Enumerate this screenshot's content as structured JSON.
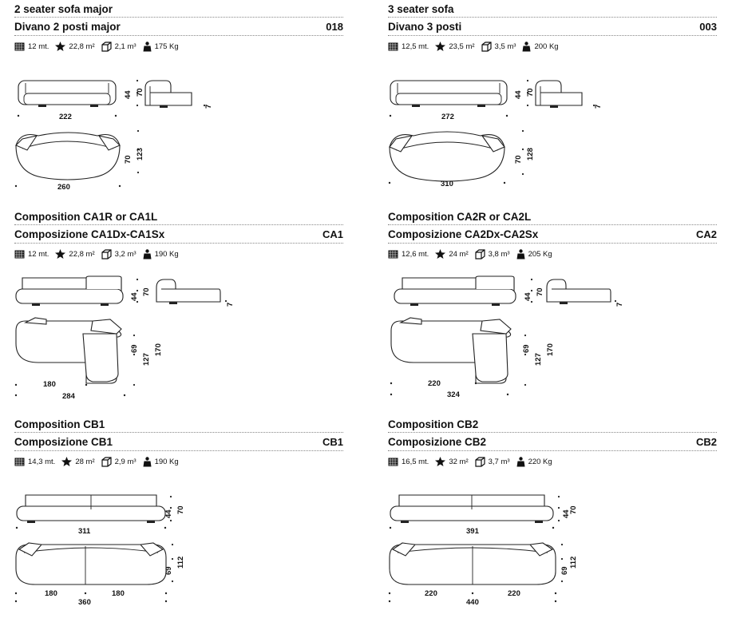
{
  "icons": {
    "fabric": "fabric-roll-icon",
    "surface": "star-surface-icon",
    "volume": "cube-volume-icon",
    "weight": "weight-icon"
  },
  "panels": [
    {
      "title_en": "2 seater sofa major",
      "title_it": "Divano 2 posti major",
      "code": "018",
      "specs": {
        "fabric": "12 mt.",
        "surface": "22,8 m²",
        "volume": "2,1 m³",
        "weight": "175 Kg"
      },
      "dims": {
        "seat_h": "44",
        "height": "70",
        "leg": "7",
        "width": "222",
        "depth": "123",
        "depth_inner": "70",
        "width_outer": "260"
      }
    },
    {
      "title_en": "3 seater sofa",
      "title_it": "Divano 3 posti",
      "code": "003",
      "specs": {
        "fabric": "12,5 mt.",
        "surface": "23,5 m²",
        "volume": "3,5 m³",
        "weight": "200 Kg"
      },
      "dims": {
        "seat_h": "44",
        "height": "70",
        "leg": "7",
        "width": "272",
        "depth": "128",
        "depth_inner": "70",
        "width_outer": "310"
      }
    },
    {
      "title_en": "Composition CA1R or CA1L",
      "title_it": "Composizione CA1Dx-CA1Sx",
      "code": "CA1",
      "specs": {
        "fabric": "12 mt.",
        "surface": "22,8 m²",
        "volume": "3,2 m³",
        "weight": "190 Kg"
      },
      "dims": {
        "seat_h": "44",
        "height": "70",
        "leg": "7",
        "d1": "69",
        "d2": "127",
        "d3": "170",
        "w_inner": "180",
        "w_outer": "284"
      }
    },
    {
      "title_en": "Composition CA2R or CA2L",
      "title_it": "Composizione CA2Dx-CA2Sx",
      "code": "CA2",
      "specs": {
        "fabric": "12,6 mt.",
        "surface": "24 m²",
        "volume": "3,8 m³",
        "weight": "205 Kg"
      },
      "dims": {
        "seat_h": "44",
        "height": "70",
        "leg": "7",
        "d1": "69",
        "d2": "127",
        "d3": "170",
        "w_inner": "220",
        "w_outer": "324"
      }
    },
    {
      "title_en": "Composition CB1",
      "title_it": "Composizione CB1",
      "code": "CB1",
      "specs": {
        "fabric": "14,3 mt.",
        "surface": "28 m²",
        "volume": "2,9 m³",
        "weight": "190 Kg"
      },
      "dims": {
        "seat_h": "44",
        "height": "70",
        "width": "311",
        "d1": "69",
        "d2": "112",
        "half_l": "180",
        "half_r": "180",
        "w_outer": "360"
      }
    },
    {
      "title_en": "Composition CB2",
      "title_it": "Composizione CB2",
      "code": "CB2",
      "specs": {
        "fabric": "16,5 mt.",
        "surface": "32 m²",
        "volume": "3,7 m³",
        "weight": "220 Kg"
      },
      "dims": {
        "seat_h": "44",
        "height": "70",
        "width": "391",
        "d1": "69",
        "d2": "112",
        "half_l": "220",
        "half_r": "220",
        "w_outer": "440"
      }
    }
  ]
}
